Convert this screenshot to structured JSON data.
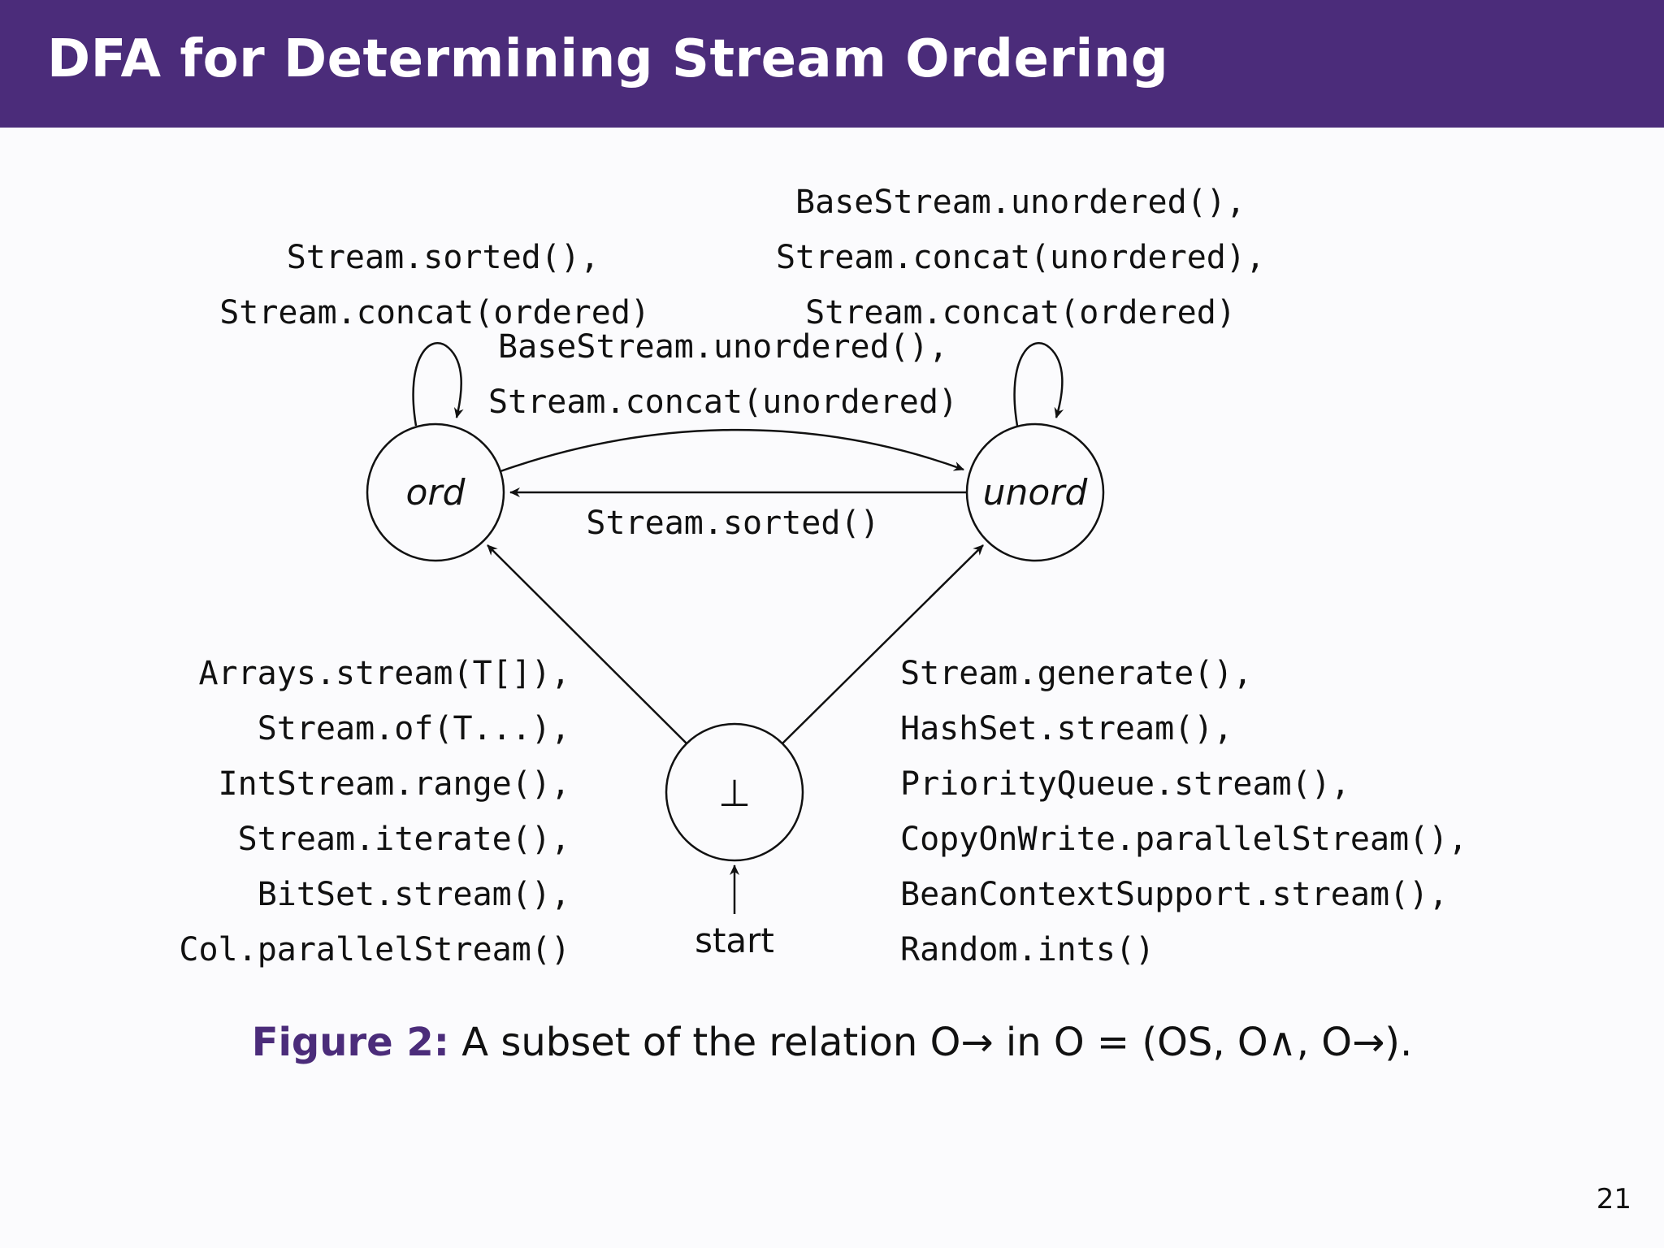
{
  "slide": {
    "title": "DFA for Determining Stream Ordering",
    "page_number": "21",
    "accent_color": "#4b2c7a"
  },
  "states": {
    "ord": "ord",
    "unord": "unord",
    "bottom": "⊥",
    "start_label": "start"
  },
  "transitions": {
    "ord_self_loop": [
      "Stream.sorted(),",
      "Stream.concat(ordered)"
    ],
    "unord_self_loop": [
      "BaseStream.unordered(),",
      "Stream.concat(unordered),",
      "Stream.concat(ordered)"
    ],
    "ord_to_unord": [
      "BaseStream.unordered(),",
      "Stream.concat(unordered)"
    ],
    "unord_to_ord": [
      "Stream.sorted()"
    ],
    "bottom_to_ord": [
      "Arrays.stream(T[]),",
      "Stream.of(T...),",
      "IntStream.range(),",
      "Stream.iterate(),",
      "BitSet.stream(),",
      "Col.parallelStream()"
    ],
    "bottom_to_unord": [
      "Stream.generate(),",
      "HashSet.stream(),",
      "PriorityQueue.stream(),",
      "CopyOnWrite.parallelStream(),",
      "BeanContextSupport.stream(),",
      "Random.ints()"
    ]
  },
  "caption": {
    "label": "Figure 2:",
    "text": "A subset of the relation O→ in O = (OS, O∧, O→)."
  }
}
